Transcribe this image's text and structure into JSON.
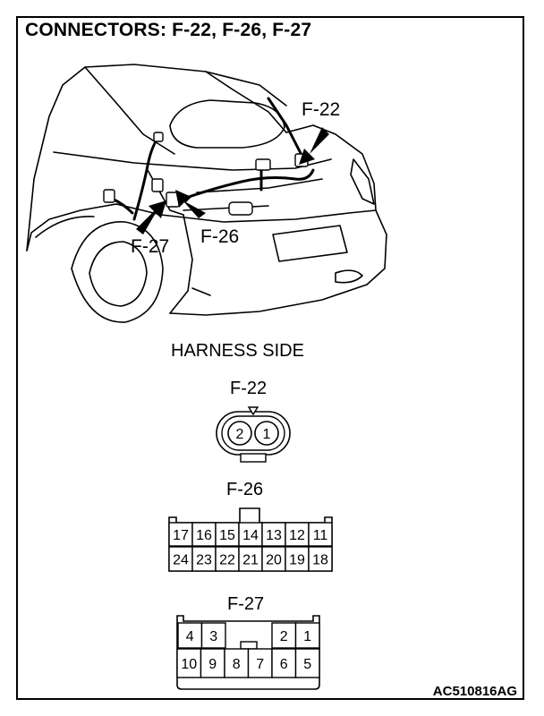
{
  "title": "CONNECTORS: F-22, F-26, F-27",
  "illustration": {
    "callouts": {
      "f22": "F-22",
      "f26": "F-26",
      "f27": "F-27"
    }
  },
  "harness_side_label": "HARNESS SIDE",
  "connectors": {
    "f22": {
      "label": "F-22",
      "pins": [
        "2",
        "1"
      ]
    },
    "f26": {
      "label": "F-26",
      "top_row": [
        "17",
        "16",
        "15",
        "14",
        "13",
        "12",
        "11"
      ],
      "bottom_row": [
        "24",
        "23",
        "22",
        "21",
        "20",
        "19",
        "18"
      ]
    },
    "f27": {
      "label": "F-27",
      "top_left": [
        "4",
        "3"
      ],
      "top_right": [
        "2",
        "1"
      ],
      "bottom_row": [
        "10",
        "9",
        "8",
        "7",
        "6",
        "5"
      ]
    }
  },
  "figure_code": "AC510816AG"
}
